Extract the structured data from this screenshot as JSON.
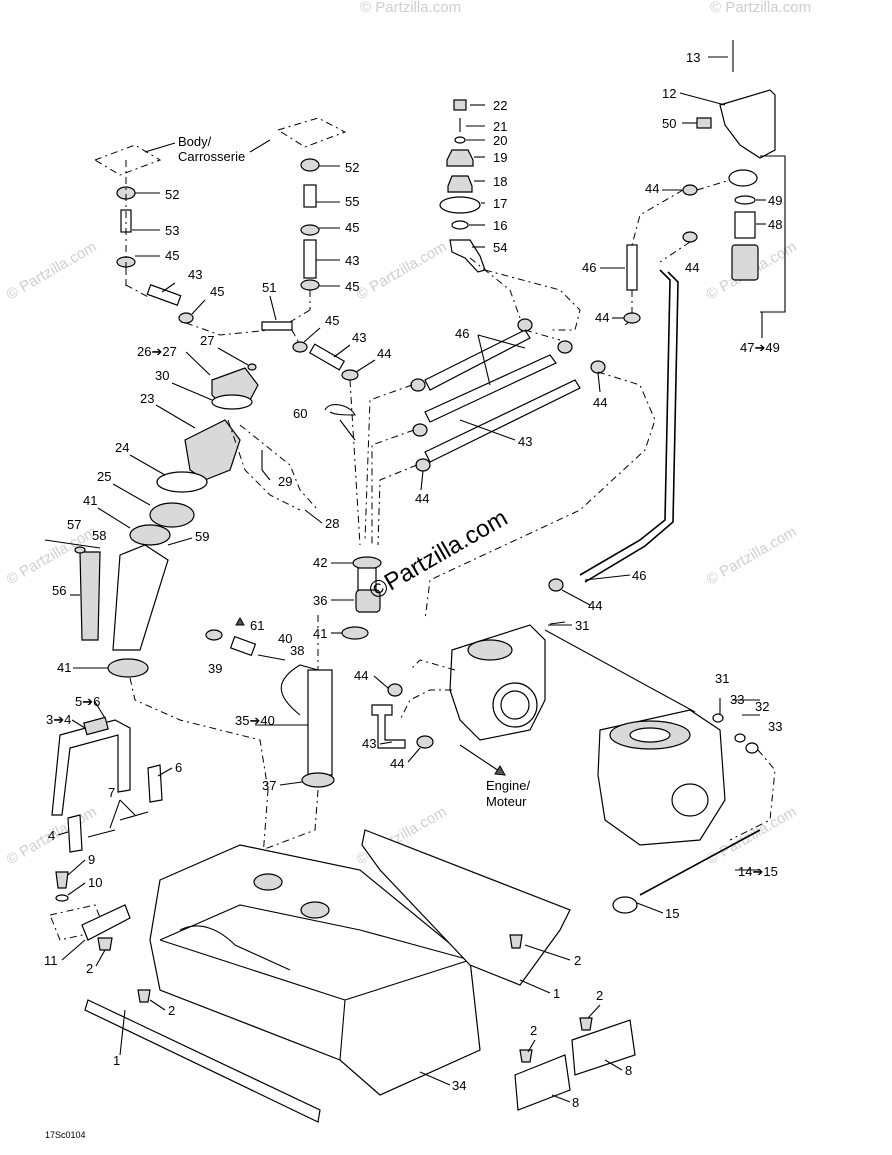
{
  "watermark": {
    "center_text": "©Partzilla.com",
    "tile_text": "© Partzilla.com"
  },
  "diagram_code": "17Sc0104",
  "annotations": {
    "body": [
      "Body/",
      "Carrosserie"
    ],
    "engine": [
      "Engine/",
      "Moteur"
    ]
  },
  "callouts": {
    "c13": "13",
    "c12": "12",
    "c50": "50",
    "c49": "49",
    "c48": "48",
    "c47_49": "47➔49",
    "c22": "22",
    "c21": "21",
    "c20": "20",
    "c19": "19",
    "c18": "18",
    "c17": "17",
    "c16": "16",
    "c54": "54",
    "c52a": "52",
    "c52b": "52",
    "c53": "53",
    "c55": "55",
    "c45a": "45",
    "c45b": "45",
    "c45c": "45",
    "c45d": "45",
    "c45e": "45",
    "c43a": "43",
    "c43b": "43",
    "c43c": "43",
    "c43d": "43",
    "c43e": "43",
    "c44a": "44",
    "c44b": "44",
    "c44c": "44",
    "c44d": "44",
    "c44e": "44",
    "c44f": "44",
    "c44g": "44",
    "c44h": "44",
    "c44i": "44",
    "c46a": "46",
    "c46b": "46",
    "c46c": "46",
    "c51": "51",
    "c26_27": "26➔27",
    "c27": "27",
    "c30": "30",
    "c23": "23",
    "c60": "60",
    "c24": "24",
    "c25": "25",
    "c29": "29",
    "c28": "28",
    "c41a": "41",
    "c41b": "41",
    "c41c": "41",
    "c59": "59",
    "c57": "57",
    "c58": "58",
    "c56": "56",
    "c42": "42",
    "c36": "36",
    "c61": "61",
    "c40": "40",
    "c38": "38",
    "c39": "39",
    "c35_40": "35➔40",
    "c37": "37",
    "c31a": "31",
    "c31b": "31",
    "c33a": "33",
    "c33b": "33",
    "c32": "32",
    "c14_15": "14➔15",
    "c15": "15",
    "c5_6": "5➔6",
    "c3_4": "3➔4",
    "c6": "6",
    "c7": "7",
    "c4": "4",
    "c9": "9",
    "c10": "10",
    "c11": "11",
    "c2a": "2",
    "c2b": "2",
    "c2c": "2",
    "c2d": "2",
    "c2e": "2",
    "c1a": "1",
    "c1b": "1",
    "c34": "34",
    "c8a": "8",
    "c8b": "8"
  }
}
